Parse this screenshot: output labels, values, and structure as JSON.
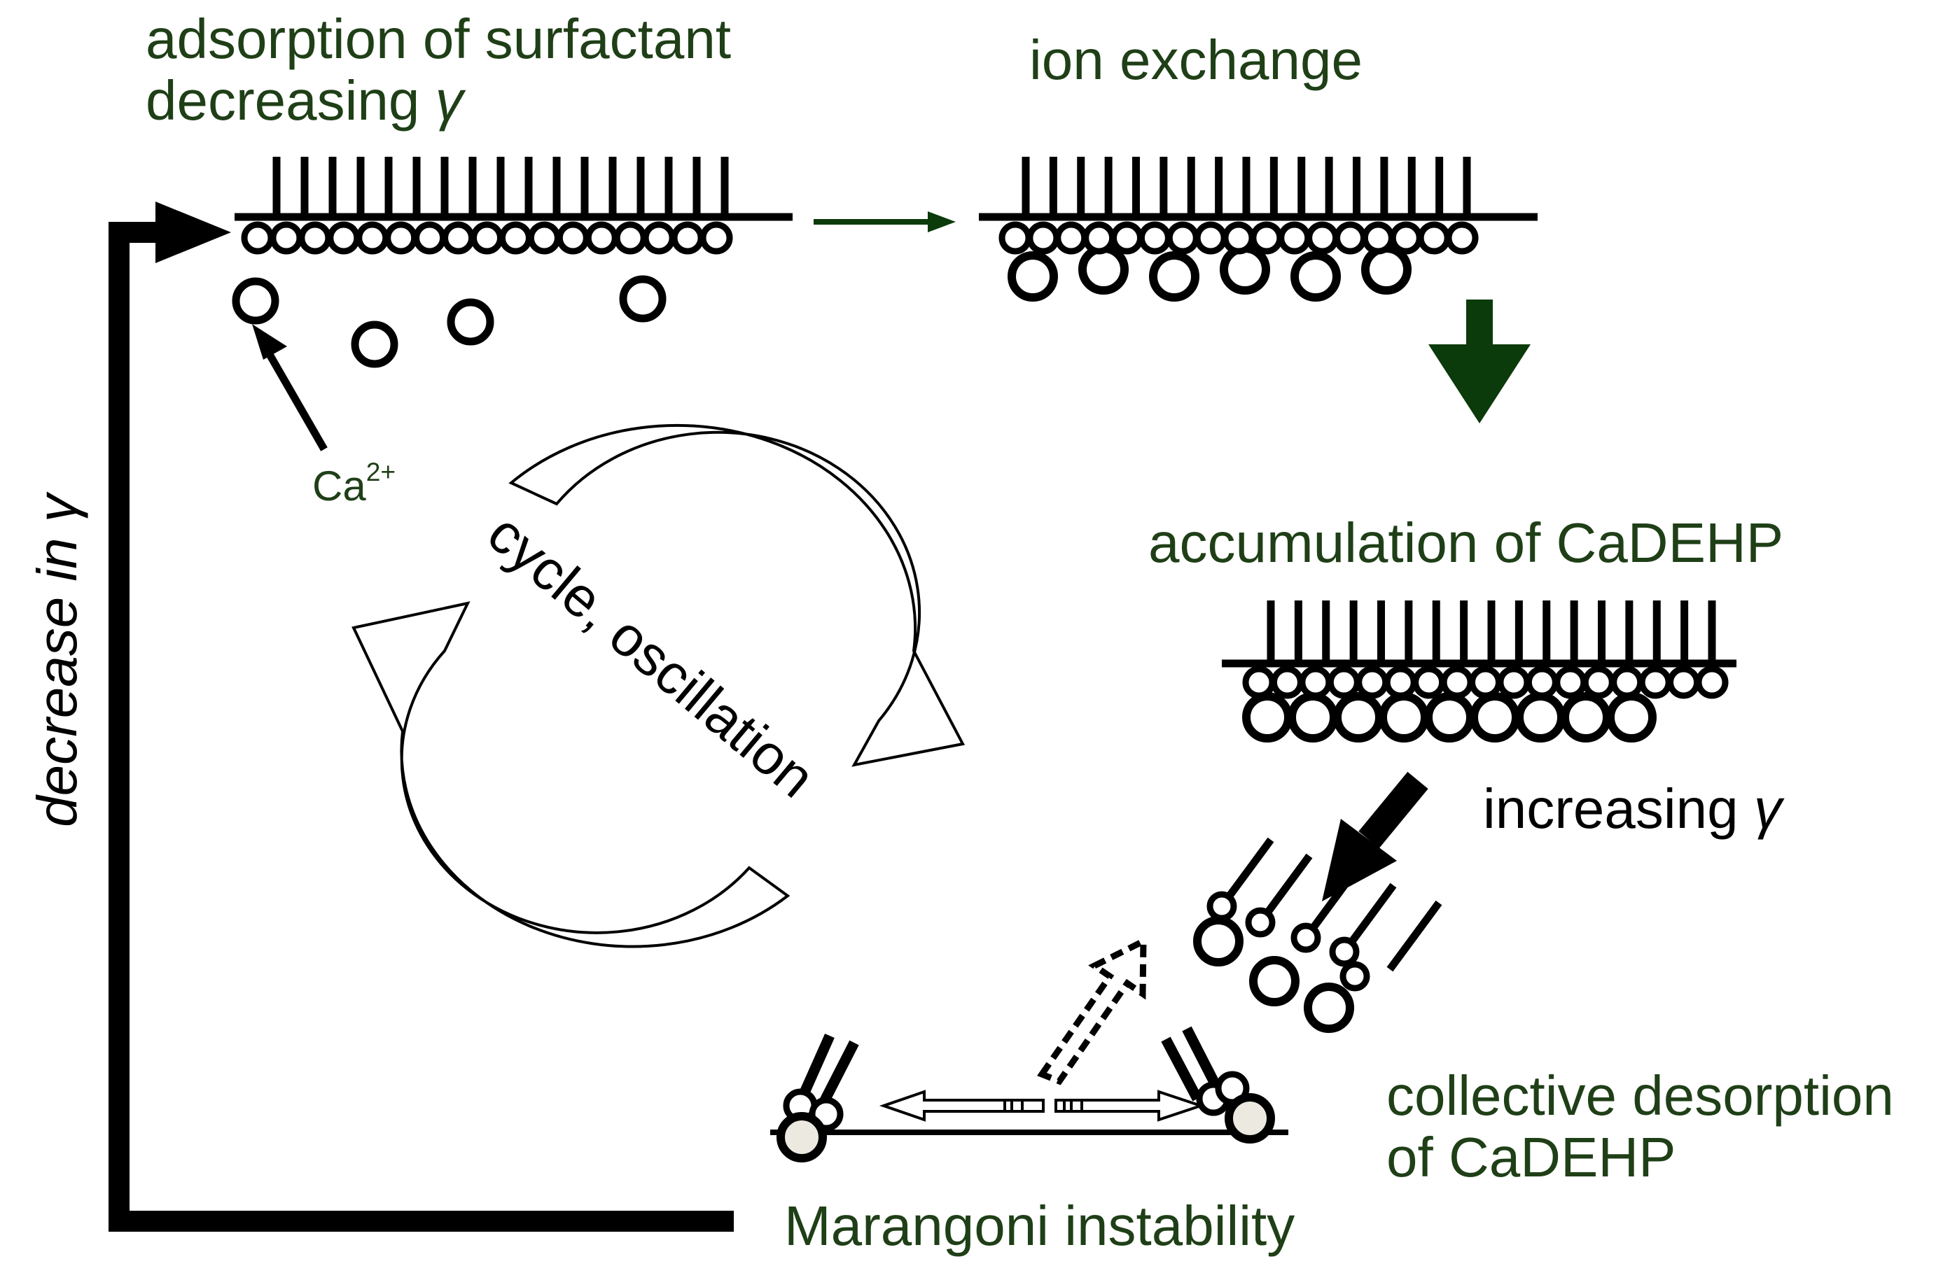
{
  "labels": {
    "adsorption_line1": "adsorption of surfactant",
    "adsorption_line2": "decreasing",
    "ion_exchange": "ion exchange",
    "accumulation": "accumulation of CaDEHP",
    "increasing": "increasing",
    "collective_line1": "collective desorption",
    "collective_line2": "of CaDEHP",
    "marangoni": "Marangoni instability",
    "decrease_prefix": "decrease in",
    "cycle": "cycle, oscillation",
    "ca_base": "Ca",
    "ca_charge": "2+",
    "gamma": "γ"
  },
  "colors": {
    "text_green": "#1f3f17",
    "arrow_green": "#0b3a0b",
    "line_black": "#000000",
    "particle_fill": "#ece9e1"
  }
}
